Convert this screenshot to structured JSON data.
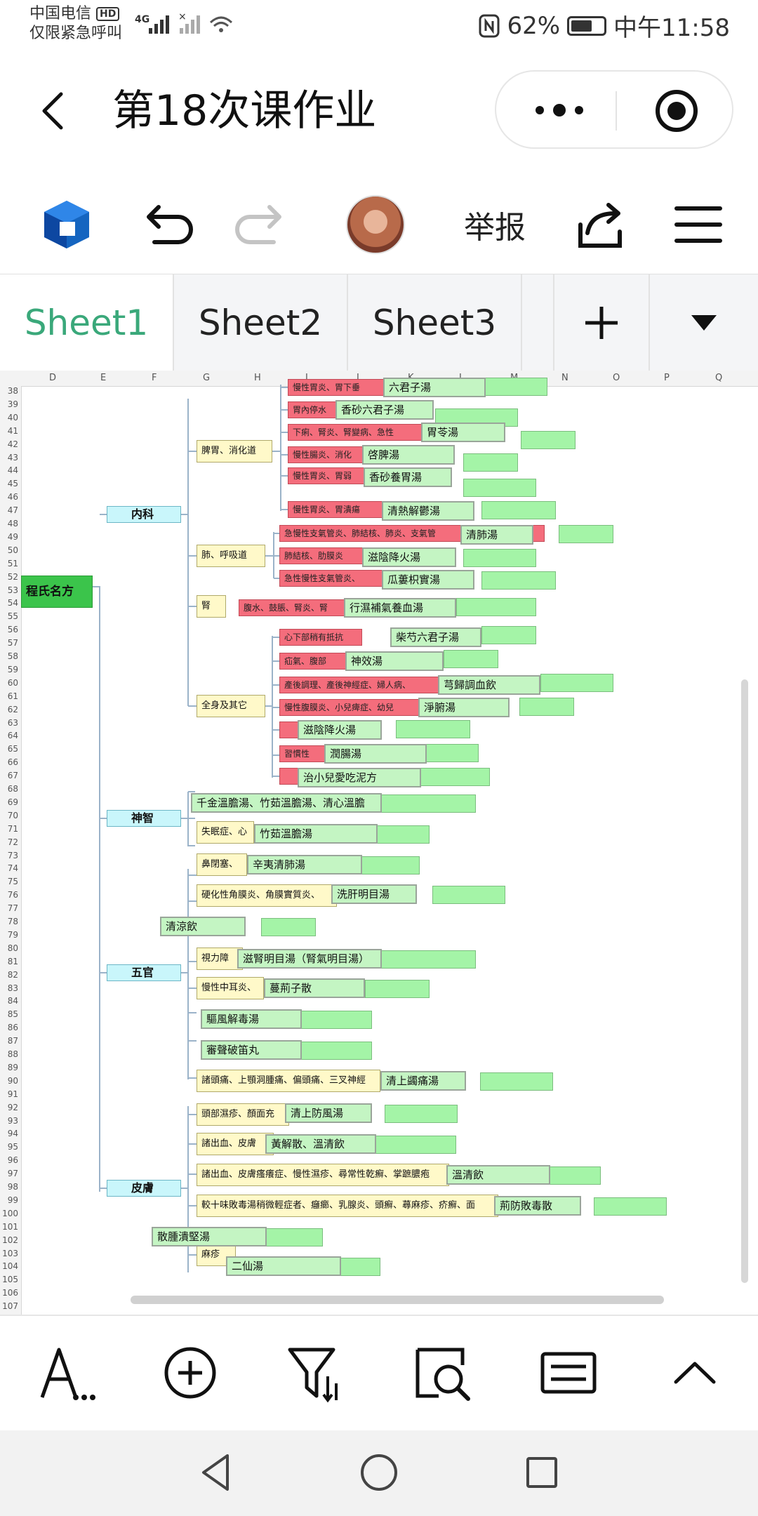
{
  "status_bar": {
    "carrier_line1": "中国电信",
    "carrier_badge": "HD",
    "carrier_line2": "仅限紧急呼叫",
    "network": "4G",
    "battery": "62%",
    "battery_level": 0.62,
    "time": "中午11:58"
  },
  "titlebar": {
    "title": "第18次课作业"
  },
  "toolbar": {
    "report_label": "举报"
  },
  "tabs": [
    {
      "label": "Sheet1",
      "active": true
    },
    {
      "label": "Sheet2",
      "active": false
    },
    {
      "label": "Sheet3",
      "active": false
    }
  ],
  "sheet": {
    "columns": [
      "D",
      "E",
      "F",
      "G",
      "H",
      "I",
      "J",
      "K",
      "L",
      "M",
      "N",
      "O",
      "P",
      "Q"
    ],
    "rows": [
      "38",
      "39",
      "40",
      "41",
      "42",
      "43",
      "44",
      "45",
      "46",
      "47",
      "48",
      "49",
      "50",
      "51",
      "52",
      "53",
      "54",
      "55",
      "56",
      "57",
      "58",
      "59",
      "60",
      "61",
      "62",
      "63",
      "64",
      "65",
      "66",
      "67",
      "68",
      "69",
      "70",
      "71",
      "72",
      "73",
      "74",
      "75",
      "76",
      "77",
      "78",
      "79",
      "80",
      "81",
      "82",
      "83",
      "84",
      "85",
      "86",
      "87",
      "88",
      "89",
      "90",
      "91",
      "92",
      "93",
      "94",
      "95",
      "96",
      "97",
      "98",
      "99",
      "100",
      "101",
      "102",
      "103",
      "104",
      "105",
      "106",
      "107"
    ],
    "root": "程氏名方",
    "categories": {
      "neike": "内科",
      "shenzhi": "神智",
      "wuguan": "五官",
      "pifu": "皮膚"
    },
    "subcategories": {
      "piwei": "脾胃、消化道",
      "fei": "肺、呼吸道",
      "shen": "腎",
      "quanshen": "全身及其它",
      "shimian": "失眠症、心",
      "bisai": "鼻閉塞、",
      "yinghua": "硬化性角膜炎、角膜實質炎、",
      "shili": "視力障",
      "zhonger": "慢性中耳炎、",
      "tou": "諸頭痛、上顎洞腫痛、偏頭痛、三叉神經",
      "toubu": "頭部濕疹、顏面充",
      "chuxue": "諸出血、皮膚",
      "chuxue2": "諸出血、皮膚瘙癢症、慢性濕疹、尋常性乾癬、掌蹠膿疱",
      "shiwei": "較十味敗毒湯稍微輕症者、癰癤、乳腺炎、頭癬、蕁麻疹、疥癬、面",
      "mafeng": "麻疹"
    },
    "diseases": [
      "慢性胃炎、胃下垂",
      "胃內停水",
      "下痢、腎炎、腎變病、急性",
      "慢性腸炎、消化",
      "慢性胃炎、胃弱",
      "慢性胃炎、胃潰瘍",
      "急慢性支氣管炎、肺結核、肺炎、支氣管",
      "肺結核、肋膜炎",
      "急性慢性支氣管炎、",
      "腹水、鼓脹、腎炎、腎",
      "心下部稍有抵抗",
      "疝氣、腹部",
      "產後調理、產後神經症、婦人病、",
      "慢性腹膜炎、小兒痺症、幼兒",
      "習慣性"
    ],
    "formulas": {
      "f1": "六君子湯",
      "f2": "香砂六君子湯",
      "f3": "胃苓湯",
      "f4": "啓脾湯",
      "f5": "香砂養胃湯",
      "f6": "清熱解鬱湯",
      "f7": "清肺湯",
      "f8": "滋陰降火湯",
      "f9": "瓜蔞枳實湯",
      "f10": "行濕補氣養血湯",
      "f11": "柴芍六君子湯",
      "f12": "神效湯",
      "f13": "芎歸調血飲",
      "f14": "淨腑湯",
      "f15": "滋陰降火湯",
      "f16": "潤腸湯",
      "f17": "治小兒愛吃泥方",
      "f18": "千金溫膽湯、竹茹溫膽湯、清心溫膽",
      "f19": "竹茹溫膽湯",
      "f20": "辛夷清肺湯",
      "f21": "洗肝明目湯",
      "f22": "清涼飲",
      "f23": "滋腎明目湯（腎氣明目湯）",
      "f24": "蔓荊子散",
      "f25": "驅風解毒湯",
      "f26": "審聲破笛丸",
      "f27": "清上蠲痛湯",
      "f28": "清上防風湯",
      "f29": "黃解散、溫清飲",
      "f30": "溫清飲",
      "f31": "荊防敗毒散",
      "f32": "散腫潰堅湯",
      "f33": "二仙湯"
    }
  },
  "colors": {
    "accent": "#3aa87a",
    "root": "#3bc44b",
    "category": "#c9f6fb",
    "subcategory": "#fff9c9",
    "disease": "#f46d7c",
    "formula": "#a4f4a7"
  },
  "bottom_tools": [
    "text-format-icon",
    "insert-plus-icon",
    "filter-icon",
    "search-icon",
    "keyboard-icon",
    "chevron-up-icon"
  ]
}
